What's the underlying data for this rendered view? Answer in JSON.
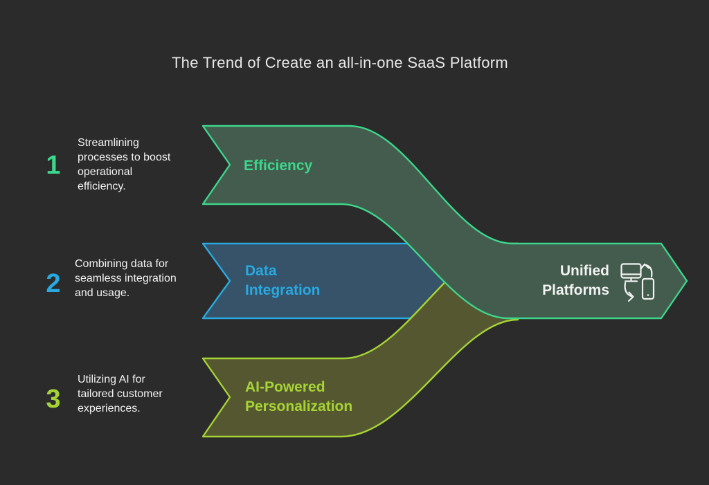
{
  "title": "The Trend of Create an all-in-one SaaS Platform",
  "steps": [
    {
      "number": "1",
      "description": "Streamlining\nprocesses to boost\noperational\nefficiency.",
      "label": "Efficiency",
      "accent": "#3dd68c",
      "fill": "#445c4d"
    },
    {
      "number": "2",
      "description": "Combining data for\nseamless integration\nand usage.",
      "label": "Data\nIntegration",
      "accent": "#29a9e0",
      "fill": "#36536a"
    },
    {
      "number": "3",
      "description": "Utilizing AI for\ntailored customer\nexperiences.",
      "label": "AI-Powered\nPersonalization",
      "accent": "#a6d435",
      "fill": "#555731"
    }
  ],
  "result": {
    "label": "Unified\nPlatforms",
    "icon": "device-sync-icon",
    "text_color": "#f2f2f2"
  },
  "colors": {
    "background": "#2b2b2b",
    "title_text": "#e8e8e8",
    "body_text": "#f1f1f1",
    "icon_stroke": "#f2f2f2"
  }
}
